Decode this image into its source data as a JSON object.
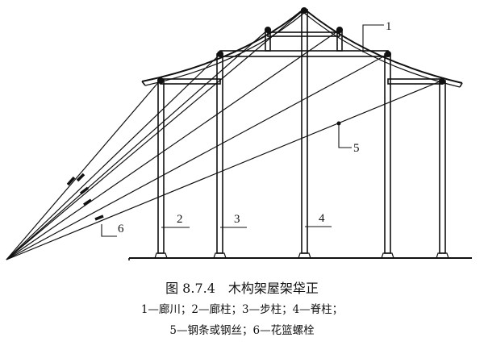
{
  "figure": {
    "title": "图 8.7.4　木构架屋架牮正",
    "legend_line1": "1—廊川；2—廊柱；3—步柱；4—脊柱；",
    "legend_line2": "5—钢条或钢丝；6—花篮螺栓",
    "labels": [
      "1",
      "2",
      "3",
      "4",
      "5",
      "6"
    ]
  }
}
